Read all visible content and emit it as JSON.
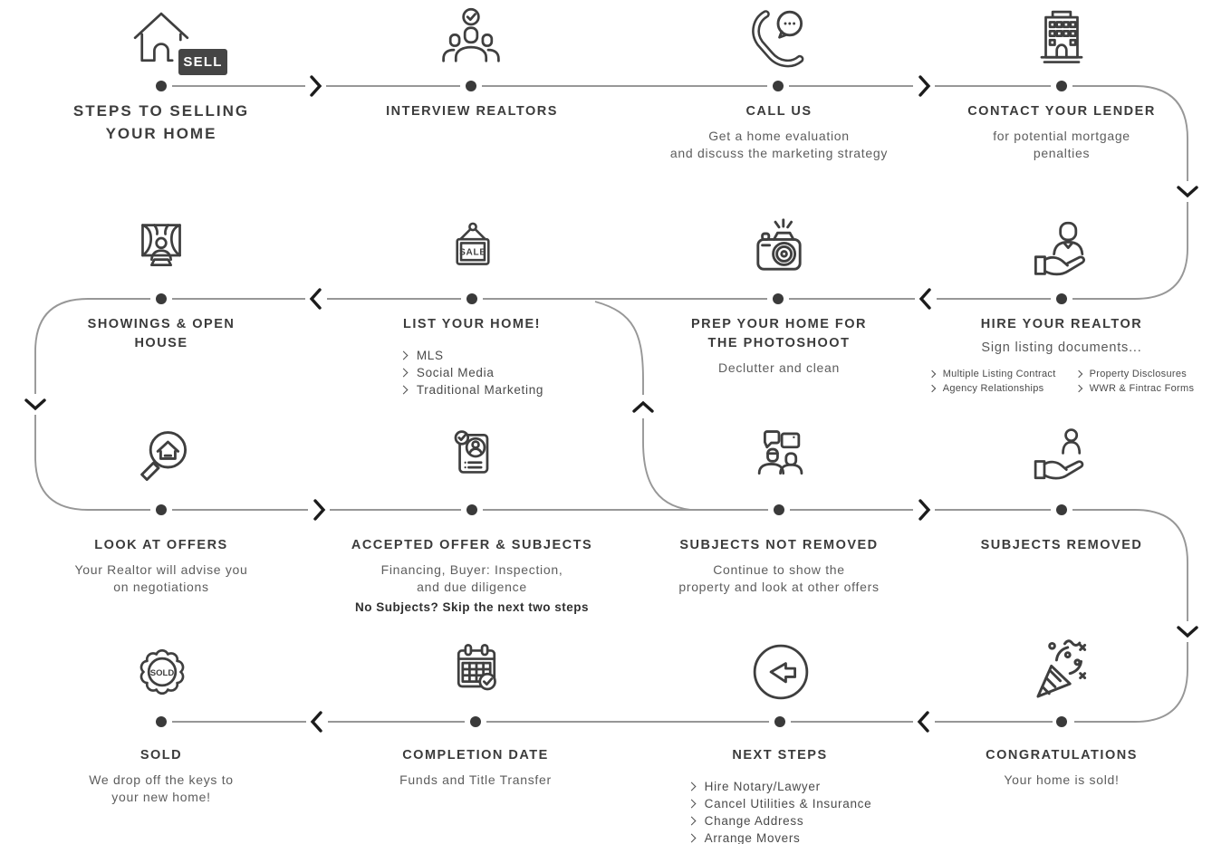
{
  "title": "Steps to Selling Your Home flowchart",
  "colors": {
    "line": "#979797",
    "dot": "#3a3a3a",
    "arrow": "#1c1c1c",
    "title_text": "#3b3b3b",
    "body_text": "#5d5d5d",
    "icon": "#3f3f3f",
    "tag_bg": "#454545",
    "tag_text": "#ffffff"
  },
  "steps": [
    {
      "id": "start",
      "title_lines": [
        "STEPS TO SELLING",
        "YOUR HOME"
      ],
      "tag": "SELL"
    },
    {
      "id": "interview-realtors",
      "title": "INTERVIEW REALTORS"
    },
    {
      "id": "call-us",
      "title": "CALL US",
      "desc_lines": [
        "Get a home evaluation",
        "and discuss the marketing strategy"
      ]
    },
    {
      "id": "contact-your-lender",
      "title": "CONTACT YOUR LENDER",
      "desc_lines": [
        "for potential mortgage",
        "penalties"
      ]
    },
    {
      "id": "hire-your-realtor",
      "title": "HIRE YOUR REALTOR",
      "subtitle": "Sign listing documents...",
      "bullet_cols": [
        [
          "Multiple Listing Contract",
          "Agency Relationships"
        ],
        [
          "Property Disclosures",
          "WWR & Fintrac Forms"
        ]
      ]
    },
    {
      "id": "prep-your-home",
      "title_lines": [
        "PREP YOUR HOME FOR",
        "THE PHOTOSHOOT"
      ],
      "desc_lines": [
        "Declutter and clean"
      ]
    },
    {
      "id": "list-your-home",
      "title": "LIST YOUR HOME!",
      "sign_text": "SALE",
      "bullets": [
        "MLS",
        "Social Media",
        "Traditional Marketing"
      ]
    },
    {
      "id": "showings-open-house",
      "title_lines": [
        "SHOWINGS & OPEN",
        "HOUSE"
      ]
    },
    {
      "id": "look-at-offers",
      "title": "LOOK AT OFFERS",
      "desc_lines": [
        "Your Realtor will advise you",
        "on negotiations"
      ]
    },
    {
      "id": "accepted-offer-subjects",
      "title": "ACCEPTED OFFER & SUBJECTS",
      "desc_lines": [
        "Financing, Buyer: Inspection,",
        "and due diligence"
      ],
      "note": "No Subjects? Skip the next two steps"
    },
    {
      "id": "subjects-not-removed",
      "title": "SUBJECTS NOT REMOVED",
      "desc_lines": [
        "Continue to show the",
        "property and look at other offers"
      ]
    },
    {
      "id": "subjects-removed",
      "title": "SUBJECTS REMOVED"
    },
    {
      "id": "congratulations",
      "title": "CONGRATULATIONS",
      "desc_lines": [
        "Your home is sold!"
      ]
    },
    {
      "id": "next-steps",
      "title": "NEXT STEPS",
      "bullets": [
        "Hire Notary/Lawyer",
        "Cancel Utilities & Insurance",
        "Change Address",
        "Arrange Movers"
      ]
    },
    {
      "id": "completion-date",
      "title": "COMPLETION DATE",
      "desc_lines": [
        "Funds and Title Transfer"
      ]
    },
    {
      "id": "sold",
      "title": "SOLD",
      "badge_text": "SOLD",
      "desc_lines": [
        "We drop off the keys to",
        "your new home!"
      ]
    }
  ]
}
